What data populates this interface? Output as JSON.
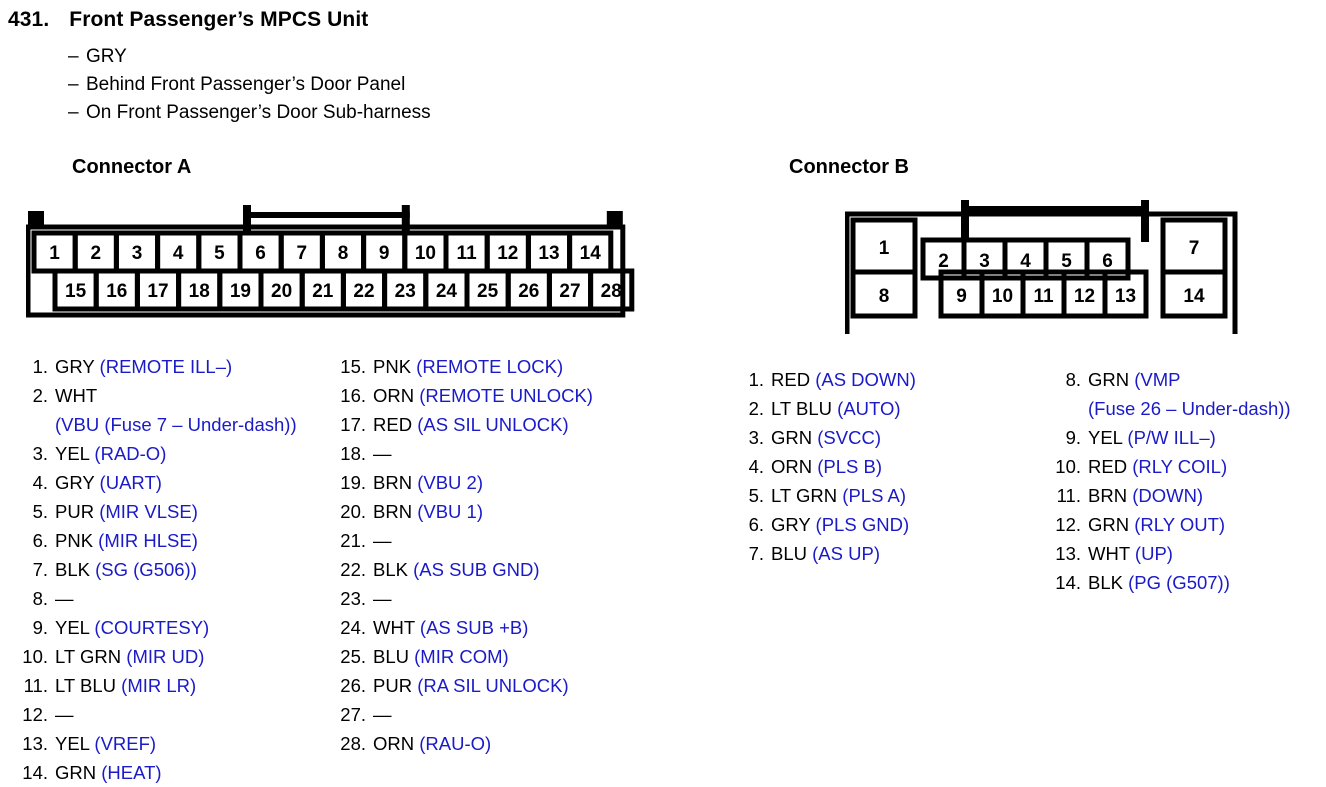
{
  "document": {
    "item_number": "431.",
    "title": "Front Passenger’s MPCS Unit",
    "notes": [
      "GRY",
      "Behind Front Passenger’s Door Panel",
      "On Front Passenger’s Door Sub-harness"
    ],
    "dash": "–",
    "empty_marker": "—"
  },
  "colors": {
    "signal_blue": "#1a1ac8",
    "text_black": "#000000",
    "background": "#ffffff"
  },
  "connector_a": {
    "heading": "Connector A",
    "diagram": {
      "top_row": [
        "1",
        "2",
        "3",
        "4",
        "5",
        "6",
        "7",
        "8",
        "9",
        "10",
        "11",
        "12",
        "13",
        "14"
      ],
      "bottom_row": [
        "15",
        "16",
        "17",
        "18",
        "19",
        "20",
        "21",
        "22",
        "23",
        "24",
        "25",
        "26",
        "27",
        "28"
      ],
      "latch_span_pins": [
        "6",
        "9"
      ]
    },
    "pins_left": [
      {
        "num": "1.",
        "color": "GRY",
        "signal": "(REMOTE ILL–)"
      },
      {
        "num": "2.",
        "color": "WHT",
        "signal": "",
        "cont": "(VBU (Fuse 7 – Under-dash))"
      },
      {
        "num": "3.",
        "color": "YEL",
        "signal": "(RAD-O)"
      },
      {
        "num": "4.",
        "color": "GRY",
        "signal": "(UART)"
      },
      {
        "num": "5.",
        "color": "PUR",
        "signal": "(MIR VLSE)"
      },
      {
        "num": "6.",
        "color": "PNK",
        "signal": "(MIR HLSE)"
      },
      {
        "num": "7.",
        "color": "BLK",
        "signal": "(SG (G506))"
      },
      {
        "num": "8.",
        "color": "",
        "signal": "",
        "empty": true
      },
      {
        "num": "9.",
        "color": "YEL",
        "signal": "(COURTESY)"
      },
      {
        "num": "10.",
        "color": "LT GRN",
        "signal": "(MIR UD)"
      },
      {
        "num": "11.",
        "color": "LT BLU",
        "signal": "(MIR LR)"
      },
      {
        "num": "12.",
        "color": "",
        "signal": "",
        "empty": true
      },
      {
        "num": "13.",
        "color": "YEL",
        "signal": "(VREF)"
      },
      {
        "num": "14.",
        "color": "GRN",
        "signal": "(HEAT)"
      }
    ],
    "pins_right": [
      {
        "num": "15.",
        "color": "PNK",
        "signal": "(REMOTE LOCK)"
      },
      {
        "num": "16.",
        "color": "ORN",
        "signal": "(REMOTE UNLOCK)"
      },
      {
        "num": "17.",
        "color": "RED",
        "signal": "(AS SIL UNLOCK)"
      },
      {
        "num": "18.",
        "color": "",
        "signal": "",
        "empty": true
      },
      {
        "num": "19.",
        "color": "BRN",
        "signal": "(VBU 2)"
      },
      {
        "num": "20.",
        "color": "BRN",
        "signal": "(VBU 1)"
      },
      {
        "num": "21.",
        "color": "",
        "signal": "",
        "empty": true
      },
      {
        "num": "22.",
        "color": "BLK",
        "signal": "(AS SUB GND)"
      },
      {
        "num": "23.",
        "color": "",
        "signal": "",
        "empty": true
      },
      {
        "num": "24.",
        "color": "WHT",
        "signal": "(AS SUB +B)"
      },
      {
        "num": "25.",
        "color": "BLU",
        "signal": "(MIR COM)"
      },
      {
        "num": "26.",
        "color": "PUR",
        "signal": "(RA SIL UNLOCK)"
      },
      {
        "num": "27.",
        "color": "",
        "signal": "",
        "empty": true
      },
      {
        "num": "28.",
        "color": "ORN",
        "signal": "(RAU-O)"
      }
    ]
  },
  "connector_b": {
    "heading": "Connector B",
    "diagram": {
      "top_row": [
        "1",
        "2",
        "3",
        "4",
        "5",
        "6",
        "7"
      ],
      "bottom_row": [
        "8",
        "9",
        "10",
        "11",
        "12",
        "13",
        "14"
      ],
      "latch_span_pins": [
        "2",
        "6"
      ]
    },
    "pins_left": [
      {
        "num": "1.",
        "color": "RED",
        "signal": "(AS DOWN)"
      },
      {
        "num": "2.",
        "color": "LT BLU",
        "signal": "(AUTO)"
      },
      {
        "num": "3.",
        "color": "GRN",
        "signal": "(SVCC)"
      },
      {
        "num": "4.",
        "color": "ORN",
        "signal": "(PLS B)"
      },
      {
        "num": "5.",
        "color": "LT GRN",
        "signal": "(PLS A)"
      },
      {
        "num": "6.",
        "color": "GRY",
        "signal": "(PLS GND)"
      },
      {
        "num": "7.",
        "color": "BLU",
        "signal": "(AS UP)"
      }
    ],
    "pins_right": [
      {
        "num": "8.",
        "color": "GRN",
        "signal": "(VMP",
        "cont": "(Fuse 26 – Under-dash))"
      },
      {
        "num": "9.",
        "color": "YEL",
        "signal": "(P/W ILL–)"
      },
      {
        "num": "10.",
        "color": "RED",
        "signal": "(RLY COIL)"
      },
      {
        "num": "11.",
        "color": "BRN",
        "signal": "(DOWN)"
      },
      {
        "num": "12.",
        "color": "GRN",
        "signal": "(RLY OUT)"
      },
      {
        "num": "13.",
        "color": "WHT",
        "signal": "(UP)"
      },
      {
        "num": "14.",
        "color": "BLK",
        "signal": "(PG (G507))"
      }
    ]
  }
}
